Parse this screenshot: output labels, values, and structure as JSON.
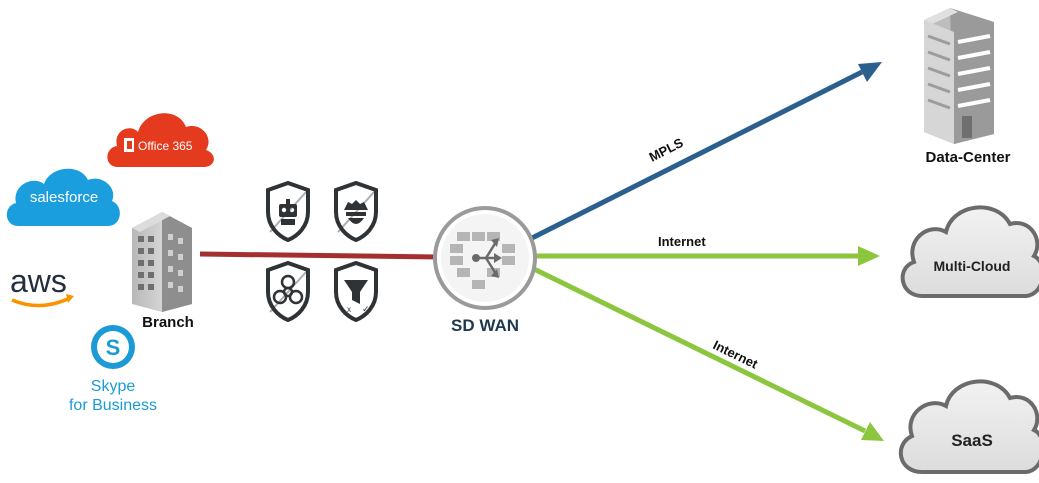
{
  "apps": {
    "office365": "Office 365",
    "salesforce": "salesforce",
    "aws": "aws",
    "skype_line1": "Skype",
    "skype_line2": "for Business"
  },
  "nodes": {
    "branch": "Branch",
    "sdwan": "SD WAN",
    "datacenter": "Data-Center",
    "multicloud": "Multi-Cloud",
    "saas": "SaaS"
  },
  "links": {
    "mpls": "MPLS",
    "internet_multicloud": "Internet",
    "internet_saas": "Internet"
  },
  "security_icons": [
    "robot-shield-icon",
    "spy-shield-icon",
    "biohazard-shield-icon",
    "filter-shield-icon"
  ],
  "colors": {
    "mpls": "#2b5f8e",
    "internet": "#8cc63f",
    "branch_link": "#a3302f",
    "office_red": "#e43b1f",
    "salesforce_blue": "#1b9ede",
    "skype_blue": "#1c9ad6",
    "aws_orange": "#f79400",
    "shield_dark": "#2f3336",
    "cloud_gray": "#e6e6e6"
  }
}
